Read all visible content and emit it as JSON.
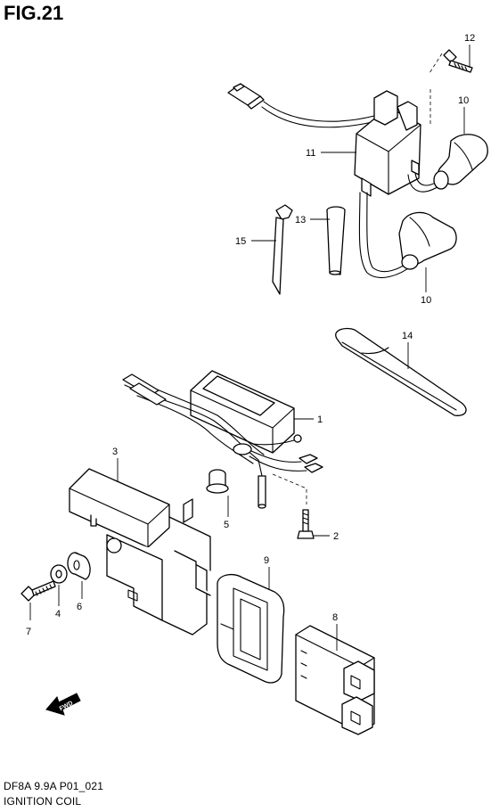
{
  "figure_title": "FIG.21",
  "footer": {
    "model_code": "DF8A 9.9A P01_021",
    "section_name": "IGNITION COIL"
  },
  "fwd_label": "FWD",
  "callouts": [
    {
      "id": "c12a",
      "label": "12"
    },
    {
      "id": "c10a",
      "label": "10"
    },
    {
      "id": "c11",
      "label": "11"
    },
    {
      "id": "c15",
      "label": "15"
    },
    {
      "id": "c13",
      "label": "13"
    },
    {
      "id": "c10b",
      "label": "10"
    },
    {
      "id": "c14",
      "label": "14"
    },
    {
      "id": "c1",
      "label": "1"
    },
    {
      "id": "c3",
      "label": "3"
    },
    {
      "id": "c5",
      "label": "5"
    },
    {
      "id": "c2",
      "label": "2"
    },
    {
      "id": "c9",
      "label": "9"
    },
    {
      "id": "c8",
      "label": "8"
    },
    {
      "id": "c4",
      "label": "4"
    },
    {
      "id": "c6",
      "label": "6"
    },
    {
      "id": "c7",
      "label": "7"
    }
  ]
}
